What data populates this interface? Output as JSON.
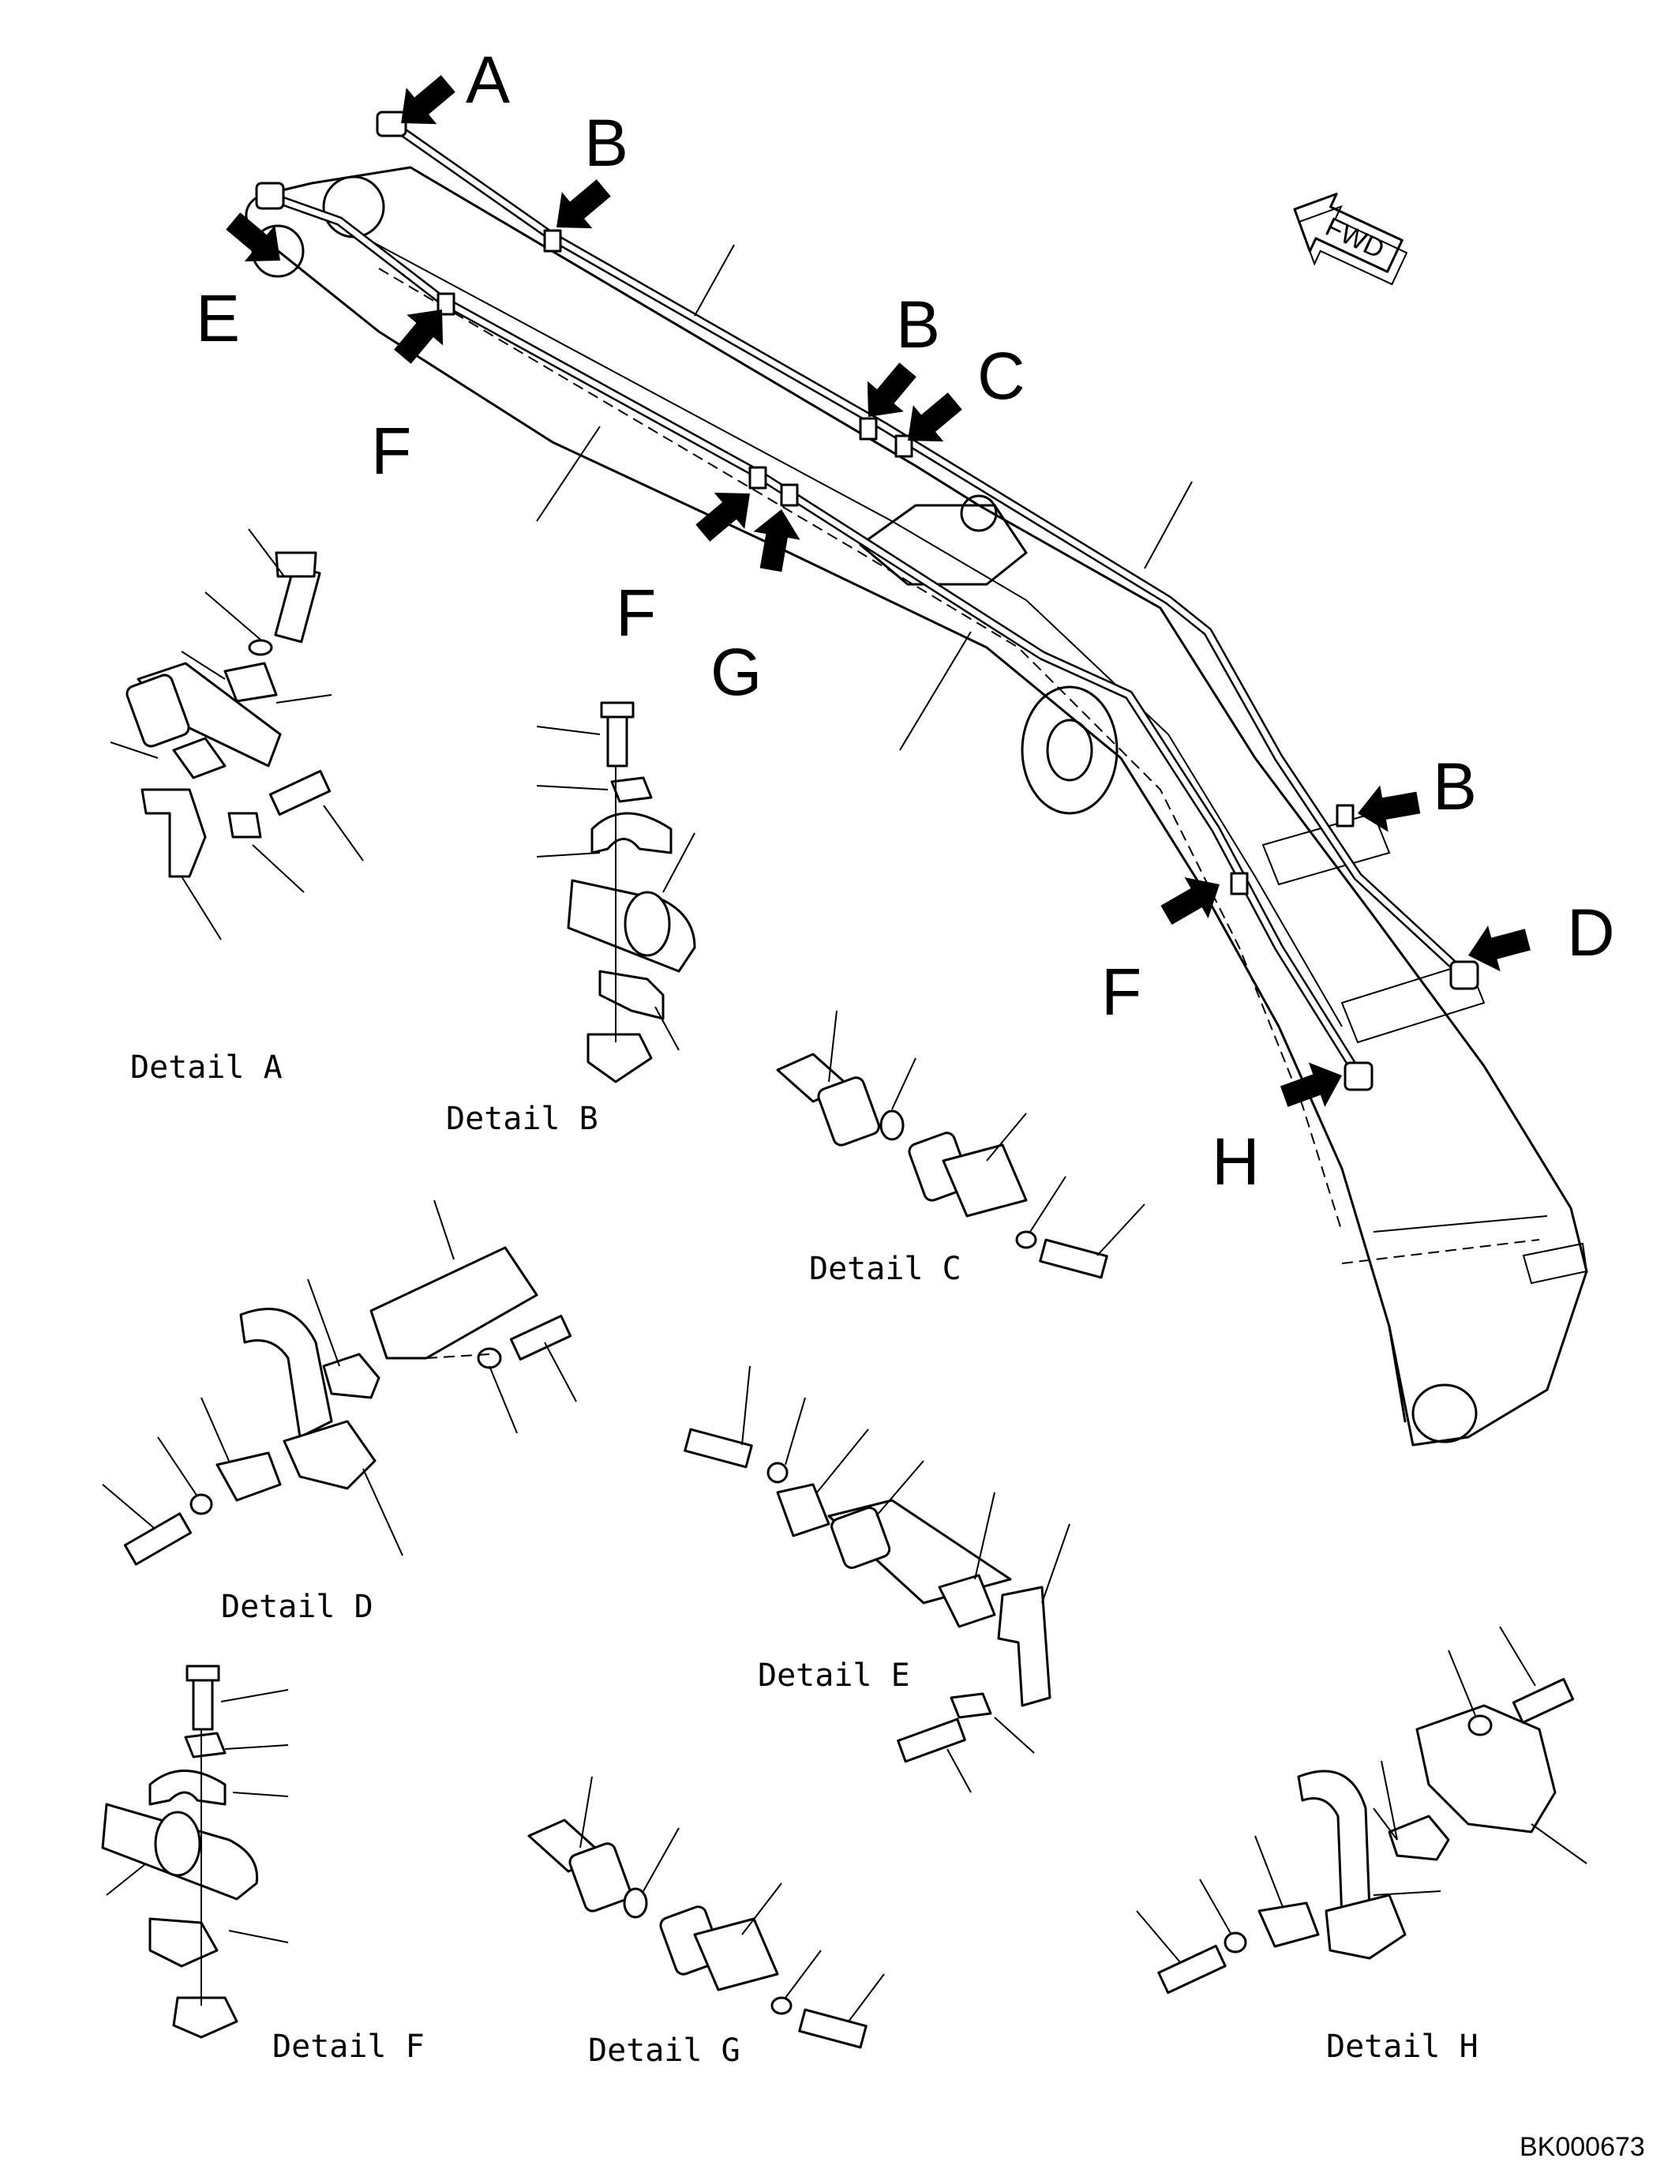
{
  "direction_label": "FWD",
  "reference_letters": {
    "a": "A",
    "b1": "B",
    "b2": "B",
    "b3": "B",
    "c": "C",
    "d": "D",
    "e": "E",
    "f1": "F",
    "f2": "F",
    "f3": "F",
    "g": "G",
    "h": "H"
  },
  "details": {
    "a": "Detail A",
    "b": "Detail B",
    "c": "Detail C",
    "d": "Detail D",
    "e": "Detail E",
    "f": "Detail F",
    "g": "Detail G",
    "h": "Detail H"
  },
  "drawing_code": "BK000673"
}
